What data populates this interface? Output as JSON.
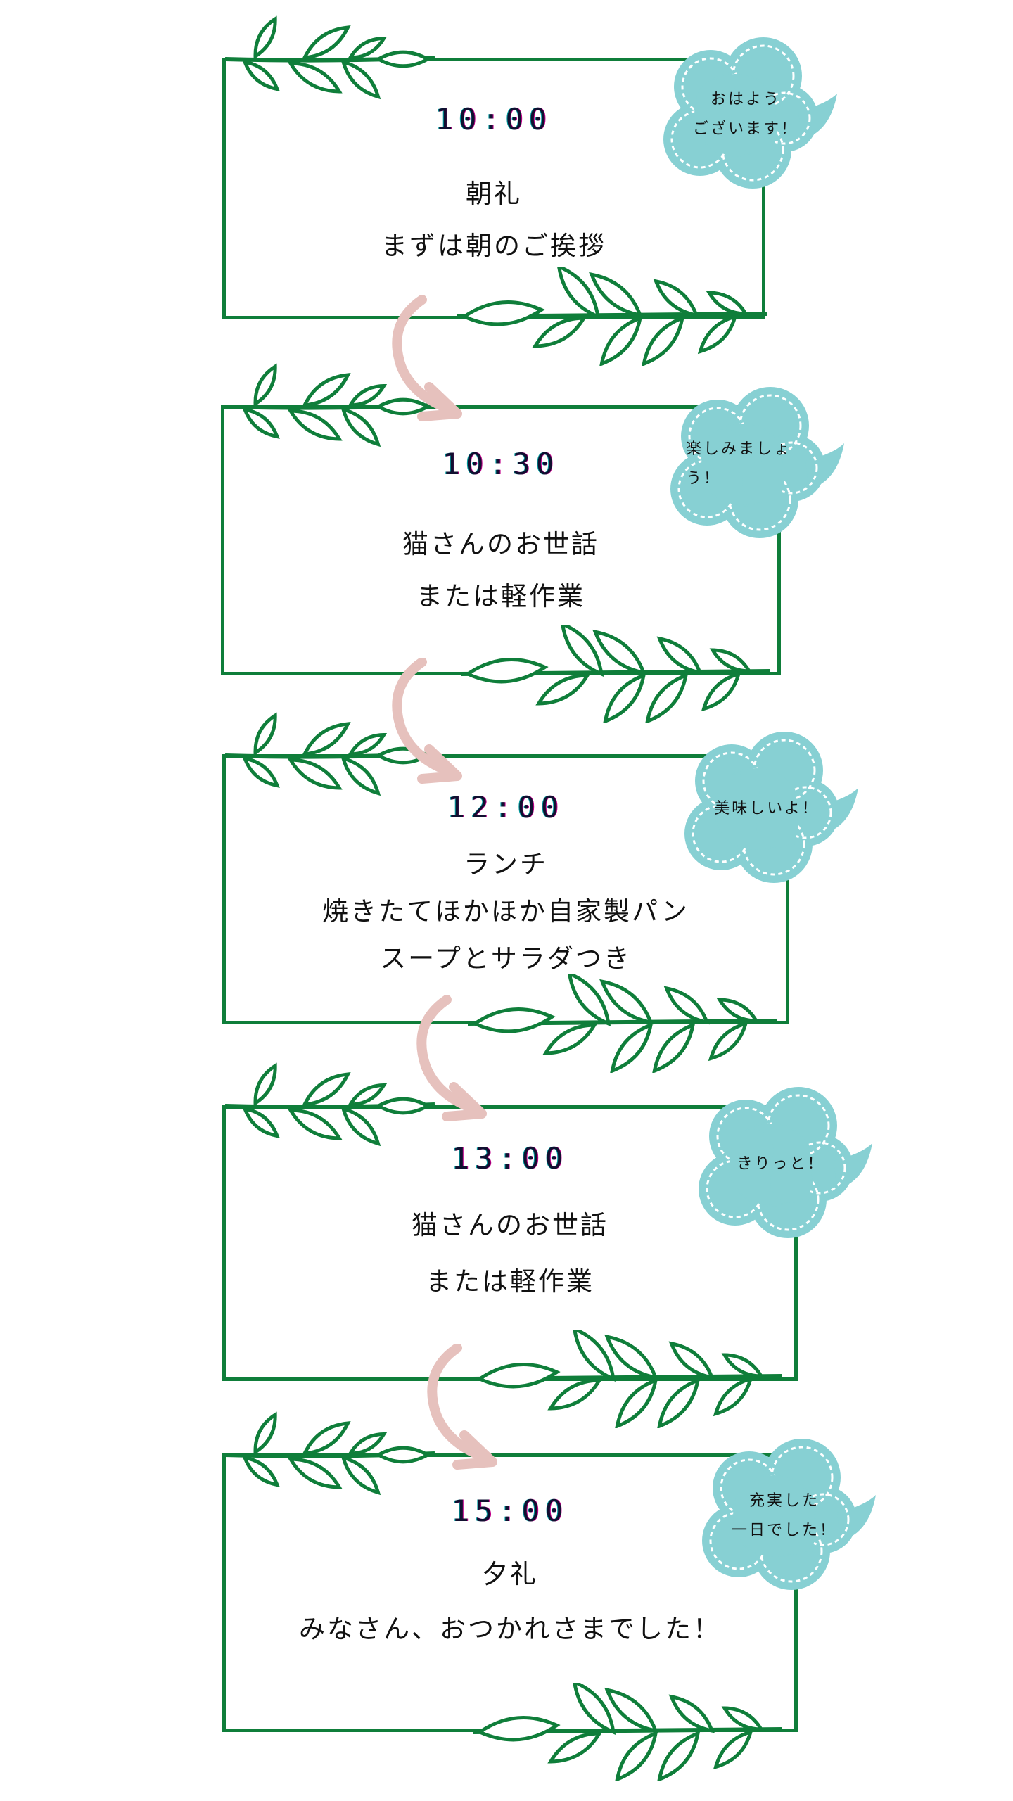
{
  "colors": {
    "frame": "#0f7e3a",
    "cloud": "#87d0d3",
    "arrow": "#e6c1bd"
  },
  "schedule": [
    {
      "time": "10:00",
      "lines": [
        "朝礼",
        "まずは朝のご挨拶"
      ],
      "bubble": [
        "おはよう",
        "ございます！"
      ]
    },
    {
      "time": "10:30",
      "lines": [
        "猫さんのお世話",
        "または軽作業"
      ],
      "bubble": [
        "楽しみましょう！"
      ]
    },
    {
      "time": "12:00",
      "lines": [
        "ランチ",
        "焼きたてほかほか自家製パン",
        "スープとサラダつき"
      ],
      "bubble": [
        "美味しいよ！"
      ]
    },
    {
      "time": "13:00",
      "lines": [
        "猫さんのお世話",
        "または軽作業"
      ],
      "bubble": [
        "きりっと！"
      ]
    },
    {
      "time": "15:00",
      "lines": [
        "夕礼",
        "みなさん、おつかれさまでした！"
      ],
      "bubble": [
        "充実した",
        "一日でした！"
      ]
    }
  ]
}
